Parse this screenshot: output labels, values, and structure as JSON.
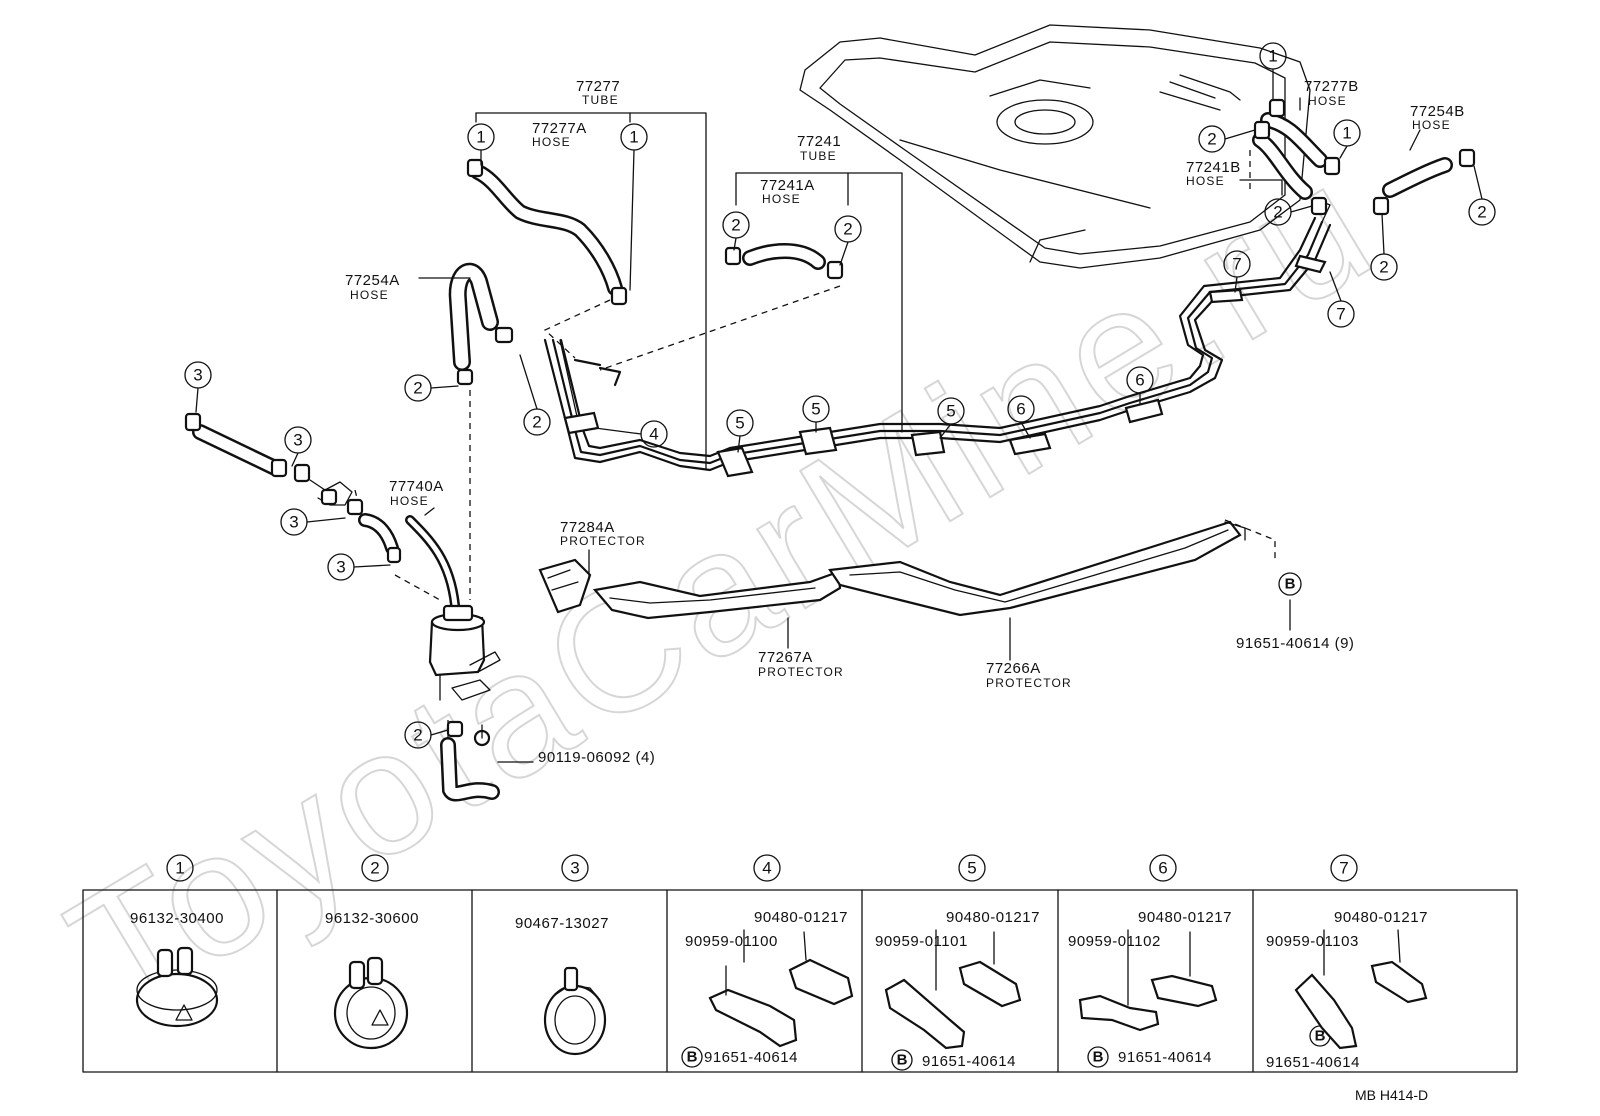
{
  "watermark": "ToyotaCarMine.ru",
  "diagram_code": "MB H414-D",
  "parts": {
    "p77277": {
      "num": "77277",
      "type": "TUBE"
    },
    "p77277A": {
      "num": "77277A",
      "type": "HOSE"
    },
    "p77241": {
      "num": "77241",
      "type": "TUBE"
    },
    "p77241A": {
      "num": "77241A",
      "type": "HOSE"
    },
    "p77254A": {
      "num": "77254A",
      "type": "HOSE"
    },
    "p77740A": {
      "num": "77740A",
      "type": "HOSE"
    },
    "p77277B": {
      "num": "77277B",
      "type": "HOSE"
    },
    "p77254B": {
      "num": "77254B",
      "type": "HOSE"
    },
    "p77241B": {
      "num": "77241B",
      "type": "HOSE"
    },
    "p77284A": {
      "num": "77284A",
      "type": "PROTECTOR"
    },
    "p77267A": {
      "num": "77267A",
      "type": "PROTECTOR"
    },
    "p77266A": {
      "num": "77266A",
      "type": "PROTECTOR"
    },
    "bolt_b": "91651-40614 (9)",
    "bolt_90119": "90119-06092 (4)",
    "b_marker": "B"
  },
  "callouts": {
    "c1": "1",
    "c2": "2",
    "c3": "3",
    "c4": "4",
    "c5": "5",
    "c6": "6",
    "c7": "7"
  },
  "legend": [
    {
      "key": "1",
      "parts": [
        "96132-30400"
      ]
    },
    {
      "key": "2",
      "parts": [
        "96132-30600"
      ]
    },
    {
      "key": "3",
      "parts": [
        "90467-13027"
      ]
    },
    {
      "key": "4",
      "parts": [
        "90480-01217",
        "90959-01100",
        "91651-40614"
      ],
      "b": "B"
    },
    {
      "key": "5",
      "parts": [
        "90480-01217",
        "90959-01101",
        "91651-40614"
      ],
      "b": "B"
    },
    {
      "key": "6",
      "parts": [
        "90480-01217",
        "90959-01102",
        "91651-40614"
      ],
      "b": "B"
    },
    {
      "key": "7",
      "parts": [
        "90480-01217",
        "90959-01103",
        "91651-40614"
      ],
      "b": "B"
    }
  ]
}
